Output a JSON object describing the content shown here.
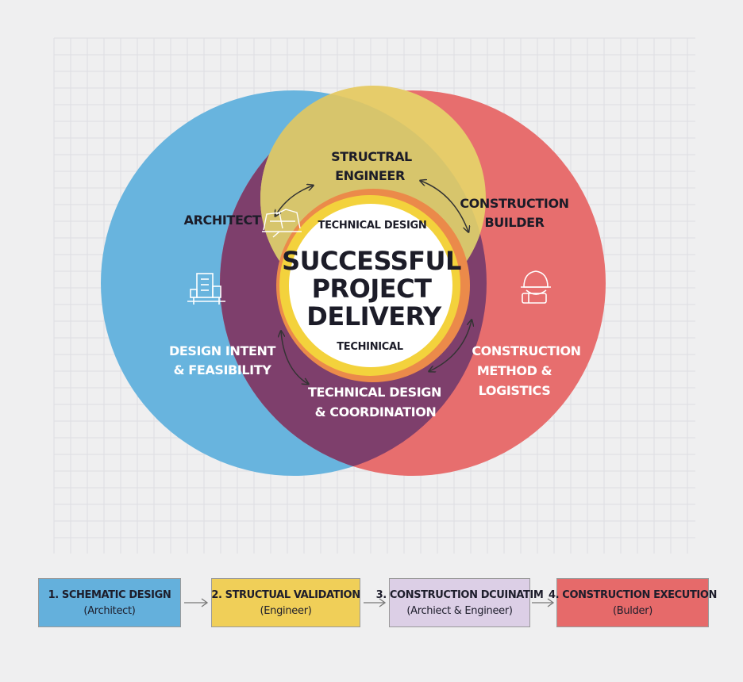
{
  "colors": {
    "architect": "#68b4de",
    "engineer": "#e6cc6a",
    "builder": "#e76e6e",
    "overlap_center": "#7e3f6c",
    "grid": "#dedee2"
  },
  "diagram": {
    "architect": {
      "title": "ARCHITECT",
      "focus_line1": "DESIGN INTENT",
      "focus_line2": "& FEASIBILITY",
      "icon": "building-icon"
    },
    "engineer": {
      "title_line1": "STRUCTRAL",
      "title_line2": "ENGINEER",
      "icon": "structure-icon"
    },
    "builder": {
      "title_line1": "CONSTRUCTION",
      "title_line2": "BUILDER",
      "focus_line1": "CONSTRUCTION",
      "focus_line2": "METHOD &",
      "focus_line3": "LOGISTICS",
      "icon": "hardhat-icon"
    },
    "overlap_bottom": {
      "line1": "TECHNICAL DESIGN",
      "line2": "& COORDINATION"
    },
    "center": {
      "top_label": "TECHNICAL DESIGN",
      "line1": "SUCCESSFUL",
      "line2": "PROJECT",
      "line3": "DELIVERY",
      "bottom_label": "TECHINICAL"
    }
  },
  "steps": [
    {
      "title": "1. SCHEMATIC DESIGN",
      "subtitle": "(Architect)",
      "color": "#64b0dc"
    },
    {
      "title": "2. STRUCTUAL VALIDATION",
      "subtitle": "(Engineer)",
      "color": "#f0cf58"
    },
    {
      "title": "3. CONSTRUCTION DCUINATIM",
      "subtitle": "(Archiect & Engineer)",
      "color": "#dccfe6"
    },
    {
      "title": "4. CONSTRUCTION EXECUTION",
      "subtitle": "(Bulder)",
      "color": "#e66a6a"
    }
  ]
}
